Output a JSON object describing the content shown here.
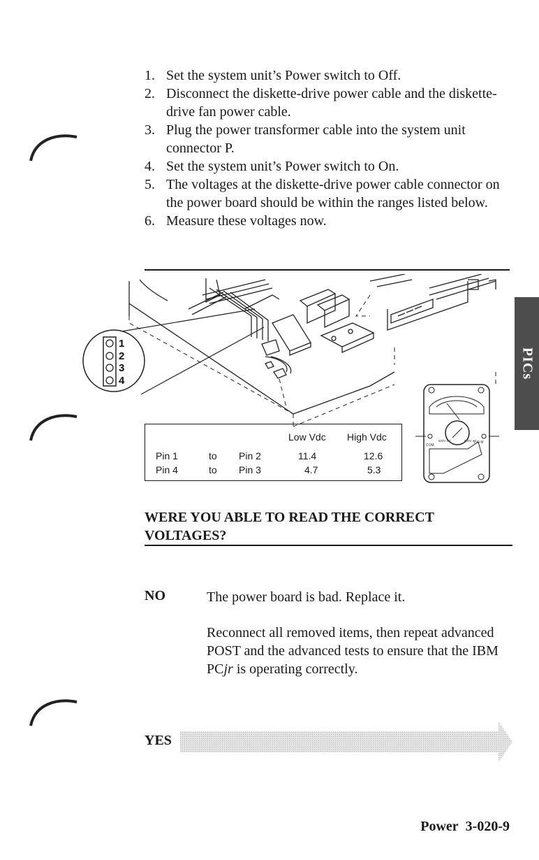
{
  "steps": [
    {
      "num": "1.",
      "text": "Set the system unit’s Power switch to Off."
    },
    {
      "num": "2.",
      "text": "Disconnect the diskette-drive power cable and the diskette-drive fan power cable."
    },
    {
      "num": "3.",
      "text": "Plug the power transformer cable into the system unit connector P."
    },
    {
      "num": "4.",
      "text": "Set the system unit’s Power switch to On."
    },
    {
      "num": "5.",
      "text": "The voltages at the diskette-drive power cable connector on the power board should be within the ranges listed below."
    },
    {
      "num": "6.",
      "text": "Measure these voltages now."
    }
  ],
  "diagram": {
    "connector_pins": [
      "1",
      "2",
      "3",
      "4"
    ],
    "meter_labels": {
      "com": "COM",
      "vohm": "V·Ω·M",
      "dc": "600V DC",
      "ac": "600V AC"
    }
  },
  "table": {
    "headers": {
      "low": "Low Vdc",
      "high": "High Vdc"
    },
    "rows": [
      {
        "from": "Pin 1",
        "to": "to",
        "pin": "Pin 2",
        "low": "11.4",
        "high": "12.6"
      },
      {
        "from": "Pin 4",
        "to": "to",
        "pin": "Pin 3",
        "low": "4.7",
        "high": "5.3"
      }
    ]
  },
  "side_tab": "PICs",
  "question": "WERE YOU ABLE TO READ THE CORRECT VOLTAGES?",
  "no": {
    "label": "NO",
    "line1": "The power board is bad. Replace it.",
    "line2_a": "Reconnect all removed items, then repeat advanced POST and the advanced tests to ensure that the IBM PC",
    "line2_em": "jr",
    "line2_b": " is operating correctly."
  },
  "yes": {
    "label": "YES"
  },
  "footer": {
    "section": "Power",
    "page": "3-020-9"
  }
}
